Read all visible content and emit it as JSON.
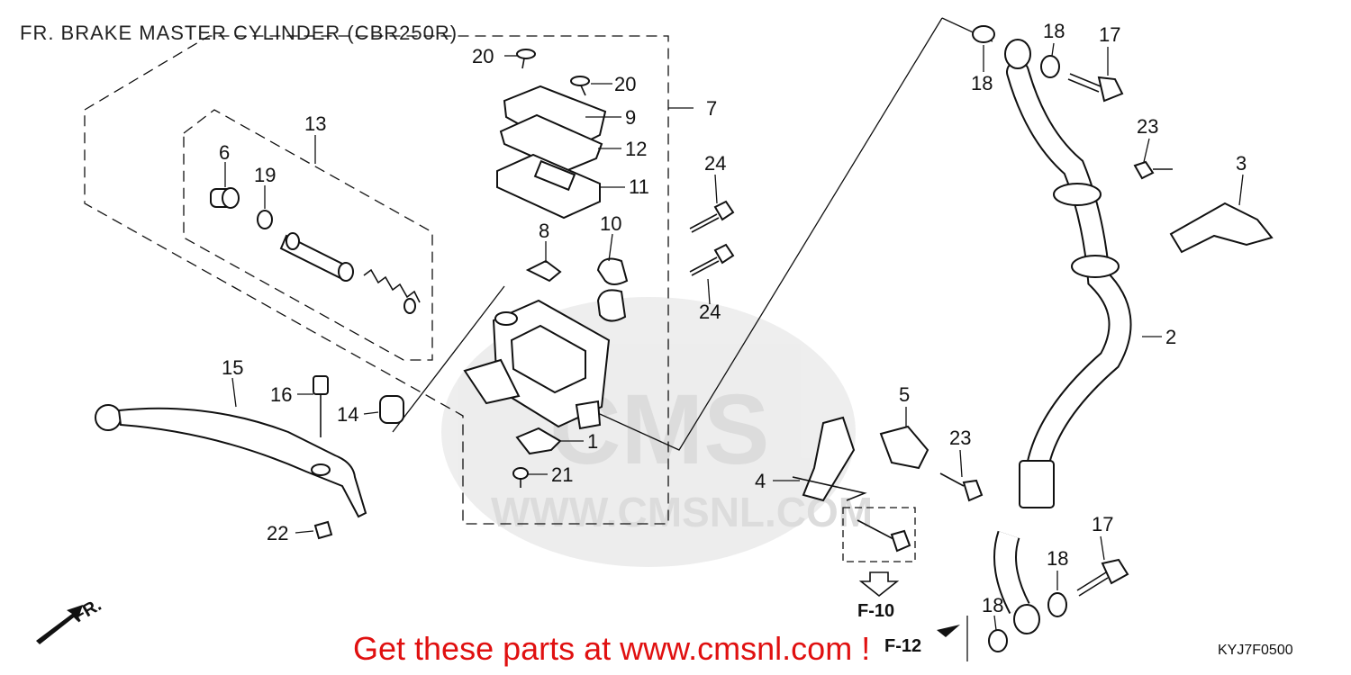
{
  "title": "FR. BRAKE MASTER CYLINDER (CBR250R)",
  "watermark": {
    "logo": "CMS",
    "url": "WWW.CMSNL.COM"
  },
  "promo": "Get these parts at www.cmsnl.com !",
  "diagram_code": "KYJ7F0500",
  "direction_label": "FR.",
  "refs": {
    "f10": "F-10",
    "f12": "F-12"
  },
  "callouts": {
    "c1": "1",
    "c2": "2",
    "c3": "3",
    "c4": "4",
    "c5": "5",
    "c6": "6",
    "c7": "7",
    "c8": "8",
    "c9": "9",
    "c10": "10",
    "c11": "11",
    "c12": "12",
    "c13": "13",
    "c14": "14",
    "c15": "15",
    "c16": "16",
    "c17a": "17",
    "c17b": "17",
    "c18a": "18",
    "c18b": "18",
    "c18c": "18",
    "c18d": "18",
    "c19": "19",
    "c20a": "20",
    "c20b": "20",
    "c21": "21",
    "c22": "22",
    "c23a": "23",
    "c23b": "23",
    "c24a": "24",
    "c24b": "24"
  },
  "colors": {
    "promo": "#e01010",
    "watermark": "#d9d9d9",
    "ink": "#111111"
  }
}
